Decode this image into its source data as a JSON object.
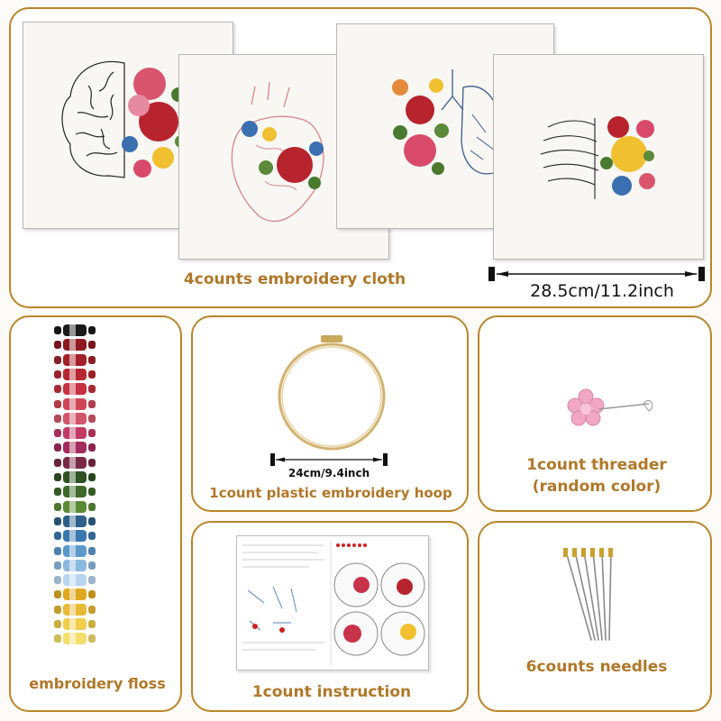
{
  "panels": {
    "cloth": {
      "label": "4counts embroidery cloth",
      "size": "28.5cm/11.2inch"
    },
    "floss": {
      "label": "embroidery floss"
    },
    "hoop": {
      "label": "1count plastic embroidery hoop",
      "size": "24cm/9.4inch"
    },
    "threader": {
      "label_line1": "1count threader",
      "label_line2": "(random color)"
    },
    "instruction": {
      "label": "1count instruction"
    },
    "needles": {
      "label": "6counts needles"
    }
  },
  "floss_colors": [
    "#1a1a1a",
    "#8e1a20",
    "#a3202a",
    "#b5282f",
    "#c63040",
    "#cf4656",
    "#d2556a",
    "#c23a64",
    "#a32c5c",
    "#7a2a45",
    "#2e5222",
    "#3f6a2a",
    "#5b8a35",
    "#2d5f8a",
    "#3b77b0",
    "#5b98cc",
    "#8cb9e0",
    "#b8d4ee",
    "#e0a820",
    "#e8b935",
    "#f0cd4a",
    "#f4dd6a"
  ]
}
